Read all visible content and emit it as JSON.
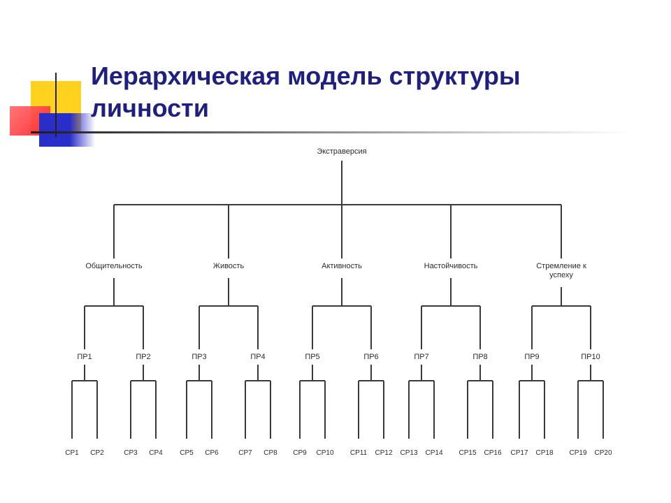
{
  "title": "Иерархическая модель структуры личности",
  "colors": {
    "title": "#1f1f82",
    "accent_yellow": "#ffd21f",
    "accent_red": "#ff1f2c",
    "accent_blue": "#2a2ec8"
  },
  "diagram": {
    "root": "Экстраверсия",
    "traits": [
      {
        "label": [
          "Общительность"
        ],
        "habits": [
          {
            "label": "ПР1",
            "responses": [
              "СР1",
              "СР2"
            ]
          },
          {
            "label": "ПР2",
            "responses": [
              "СР3",
              "СР4"
            ]
          }
        ]
      },
      {
        "label": [
          "Живость"
        ],
        "habits": [
          {
            "label": "ПР3",
            "responses": [
              "СР5",
              "СР6"
            ]
          },
          {
            "label": "ПР4",
            "responses": [
              "СР7",
              "СР8"
            ]
          }
        ]
      },
      {
        "label": [
          "Активность"
        ],
        "habits": [
          {
            "label": "ПР5",
            "responses": [
              "СР9",
              "СР10"
            ]
          },
          {
            "label": "ПР6",
            "responses": [
              "СР11",
              "СР12"
            ]
          }
        ]
      },
      {
        "label": [
          "Настойчивость"
        ],
        "habits": [
          {
            "label": "ПР7",
            "responses": [
              "СР13",
              "СР14"
            ]
          },
          {
            "label": "ПР8",
            "responses": [
              "СР15",
              "СР16"
            ]
          }
        ]
      },
      {
        "label": [
          "Стремление к",
          "успеху"
        ],
        "habits": [
          {
            "label": "ПР9",
            "responses": [
              "СР17",
              "СР18"
            ]
          },
          {
            "label": "ПР10",
            "responses": [
              "СР19",
              "СР20"
            ]
          }
        ]
      }
    ]
  }
}
